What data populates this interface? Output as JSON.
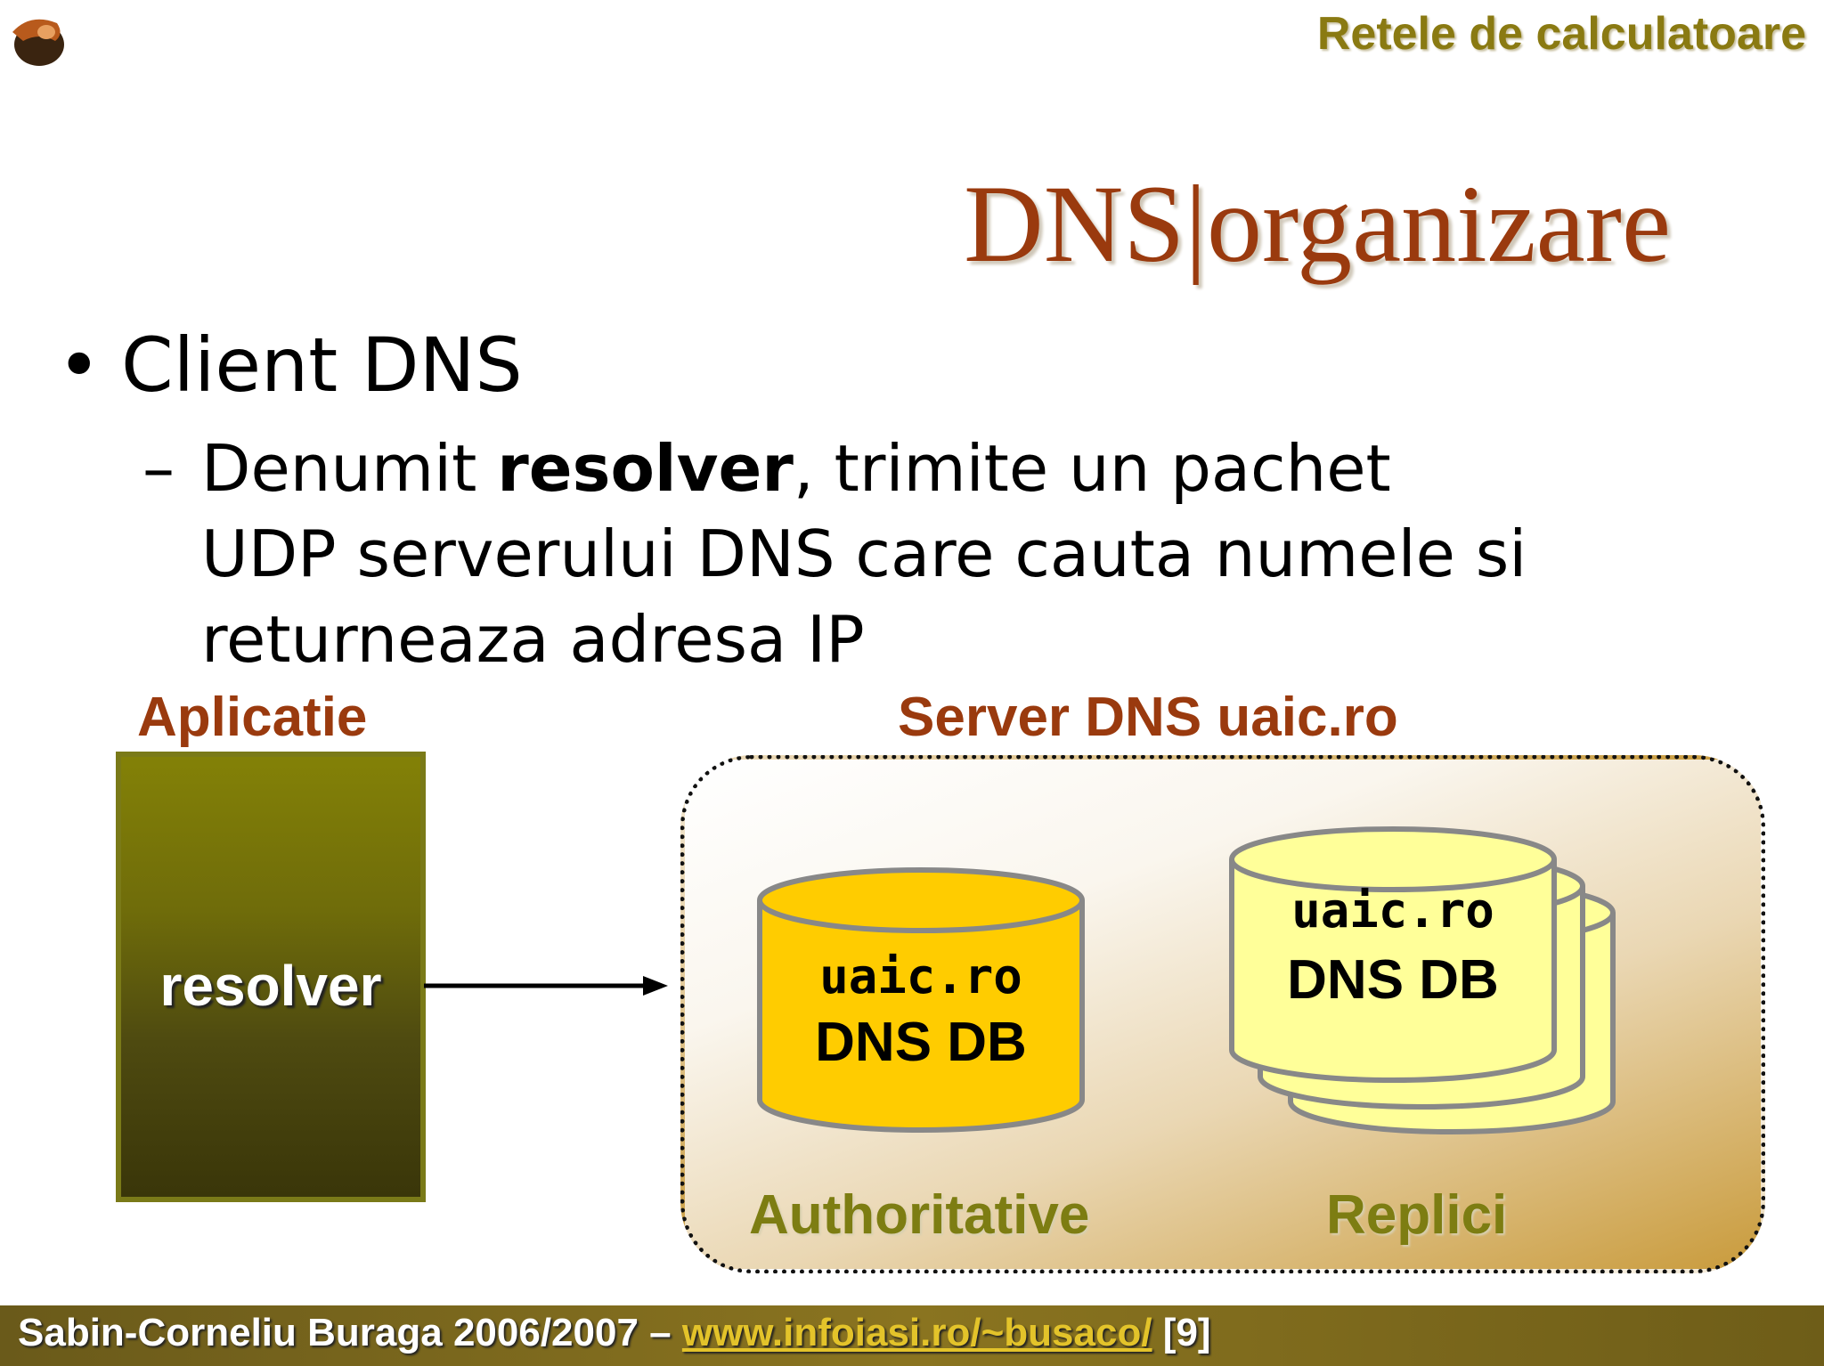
{
  "header": {
    "course_title": "Retele de calculatoare"
  },
  "slide": {
    "title": "DNS|organizare",
    "bullet1": "Client DNS",
    "bullet2_prefix": "Denumit ",
    "bullet2_bold": "resolver",
    "bullet2_suffix": ", trimite un pachet UDP serverului DNS care cauta numele si returneaza adresa IP"
  },
  "diagram": {
    "app_label": "Aplicatie",
    "resolver_label": "resolver",
    "server_label": "Server DNS uaic.ro",
    "auth_db": {
      "domain": "uaic.ro",
      "name": "DNS DB",
      "fill": "#ffcc00"
    },
    "replica_db": {
      "domain": "uaic.ro",
      "name": "DNS DB",
      "fill": "#ffff99"
    },
    "auth_caption": "Authoritative",
    "replica_caption": "Replici"
  },
  "footer": {
    "author": "Sabin-Corneliu Buraga 2006/2007 – ",
    "link": "www.infoiasi.ro/~busaco/",
    "page": " [9]"
  }
}
